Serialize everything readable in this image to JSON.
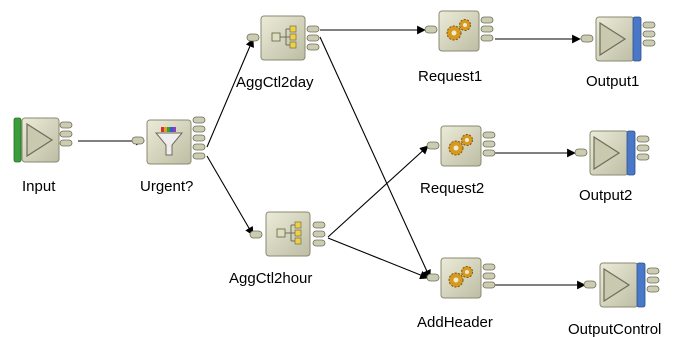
{
  "nodes": {
    "input": {
      "label": "Input",
      "kind": "input-node"
    },
    "urgent": {
      "label": "Urgent?",
      "kind": "filter-node"
    },
    "aggctl2day": {
      "label": "AggCtl2day",
      "kind": "aggregate-control-node"
    },
    "aggctl2hour": {
      "label": "AggCtl2hour",
      "kind": "aggregate-control-node"
    },
    "request1": {
      "label": "Request1",
      "kind": "compute-node"
    },
    "request2": {
      "label": "Request2",
      "kind": "compute-node"
    },
    "addheader": {
      "label": "AddHeader",
      "kind": "compute-node"
    },
    "output1": {
      "label": "Output1",
      "kind": "output-node"
    },
    "output2": {
      "label": "Output2",
      "kind": "output-node"
    },
    "outputcontrol": {
      "label": "OutputControl",
      "kind": "output-node"
    }
  },
  "connections": [
    {
      "from": "input",
      "to": "urgent"
    },
    {
      "from": "urgent",
      "to": "aggctl2day"
    },
    {
      "from": "urgent",
      "to": "aggctl2hour"
    },
    {
      "from": "aggctl2day",
      "to": "request1"
    },
    {
      "from": "aggctl2day",
      "to": "addheader"
    },
    {
      "from": "aggctl2hour",
      "to": "request2"
    },
    {
      "from": "aggctl2hour",
      "to": "addheader"
    },
    {
      "from": "request1",
      "to": "output1"
    },
    {
      "from": "request2",
      "to": "output2"
    },
    {
      "from": "addheader",
      "to": "outputcontrol"
    }
  ],
  "colors": {
    "node_fill": "#d8d8c2",
    "node_border": "#8a8a72",
    "terminal": "#ccccb2",
    "input_bar": "#3a9e3a",
    "output_bar": "#4a78c8",
    "gear": "#d89a1e",
    "wire": "#000000"
  }
}
